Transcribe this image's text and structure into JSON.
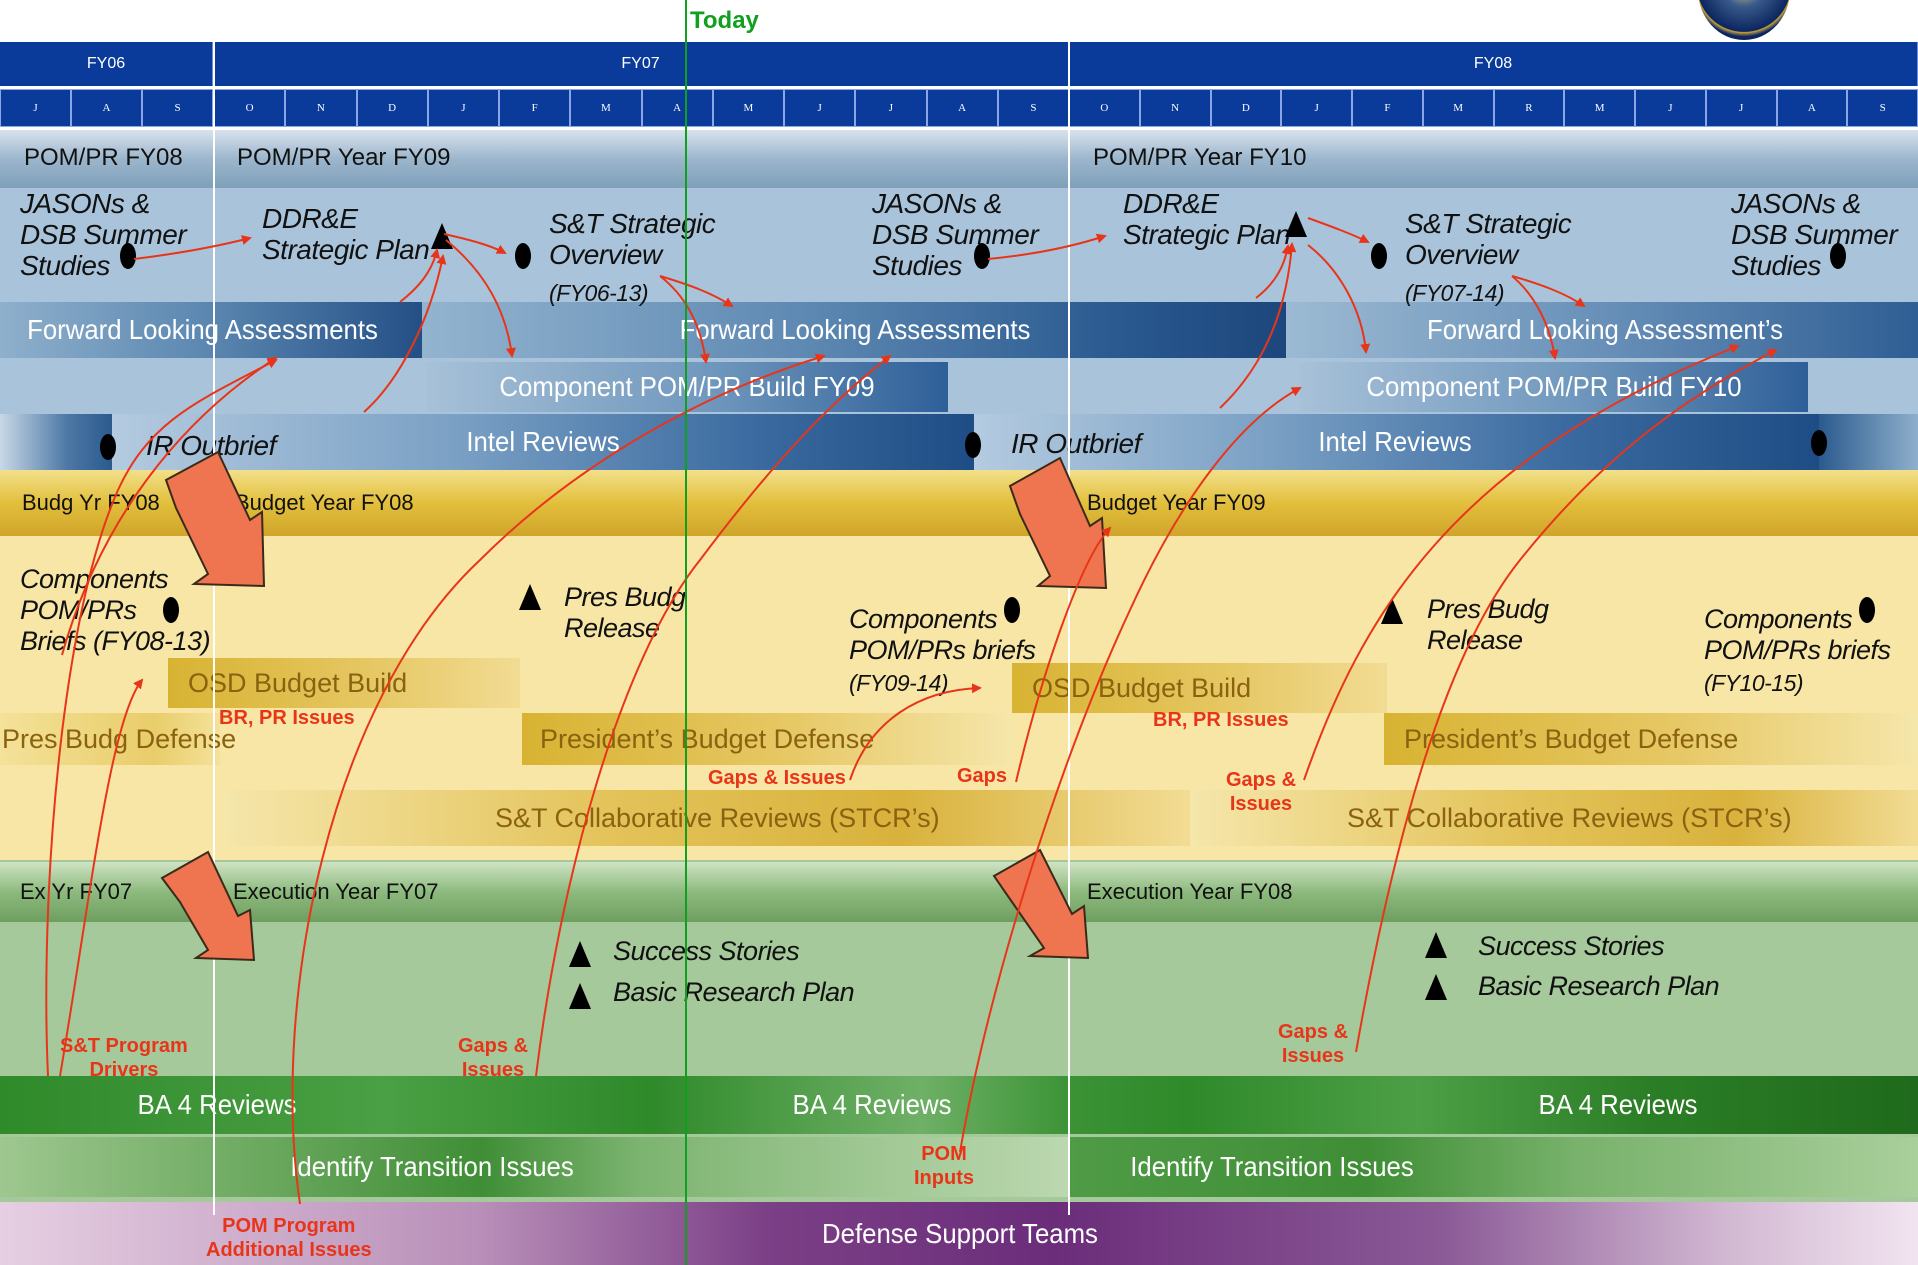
{
  "today_label": "Today",
  "fiscal_years": [
    {
      "label": "FY06",
      "months": [
        "J",
        "A",
        "S"
      ]
    },
    {
      "label": "FY07",
      "months": [
        "O",
        "N",
        "D",
        "J",
        "F",
        "M",
        "A",
        "M",
        "J",
        "J",
        "A",
        "S"
      ]
    },
    {
      "label": "FY08",
      "months": [
        "O",
        "N",
        "D",
        "J",
        "F",
        "M",
        "R",
        "M",
        "J",
        "J",
        "A",
        "S"
      ]
    }
  ],
  "pom_section": {
    "year_labels": [
      "POM/PR FY08",
      "POM/PR Year FY09",
      "POM/PR Year FY10"
    ],
    "jasons_label": "JASONs &\nDSB Summer\nStudies",
    "ddre_label": "DDR&E\nStrategic Plan",
    "st_overview_label": "S&T Strategic\nOverview",
    "st_overview_1_years": "(FY06-13)",
    "st_overview_2_years": "(FY07-14)",
    "fla_1": "Forward Looking Assessments",
    "fla_2": "Forward Looking Assessments",
    "fla_3": "Forward Looking Assessment’s",
    "component_build_1": "Component POM/PR Build FY09",
    "component_build_2": "Component POM/PR Build FY10",
    "ir_outbrief": "IR Outbrief",
    "intel_reviews": "Intel Reviews"
  },
  "budget_section": {
    "year_labels": [
      "Budg Yr FY08",
      "Budget Year FY08",
      "Budget Year FY09"
    ],
    "components_1": "Components\nPOM/PRs\nBriefs (FY08-13)",
    "components_2": "Components\nPOM/PRs briefs",
    "components_2_years": "(FY09-14)",
    "components_3": "Components\nPOM/PRs briefs",
    "components_3_years": "(FY10-15)",
    "pres_budg_release": "Pres Budg\nRelease",
    "osd_budget_build": "OSD Budget Build",
    "br_pr_issues": "BR, PR Issues",
    "pres_budg_defense": "Pres Budg Defense",
    "presidents_budget_defense": "President’s Budget Defense",
    "gaps_issues": "Gaps & Issues",
    "gaps": "Gaps",
    "gaps_amp_issues": "Gaps &\nIssues",
    "stcr": "S&T Collaborative Reviews (STCR’s)"
  },
  "execution_section": {
    "year_labels": [
      "Ex Yr FY07",
      "Execution Year FY07",
      "Execution Year FY08"
    ],
    "success_stories": "Success Stories",
    "basic_research_plan": "Basic Research Plan",
    "st_program_drivers": "S&T Program\nDrivers",
    "gaps_issues": "Gaps &\nIssues",
    "ba4_reviews": "BA 4 Reviews",
    "identify_transition": "Identify Transition Issues",
    "pom_inputs": "POM\nInputs",
    "pom_program_additional": "POM Program\nAdditional Issues",
    "defense_support_teams": "Defense Support Teams"
  },
  "colors": {
    "header_blue": "#0a3a9a",
    "pom_band": "#a9c4da",
    "budget_band": "#f7e6a6",
    "execution_band": "#a5c99b",
    "today_line": "#10a020",
    "arrow_red": "#e8351a"
  }
}
